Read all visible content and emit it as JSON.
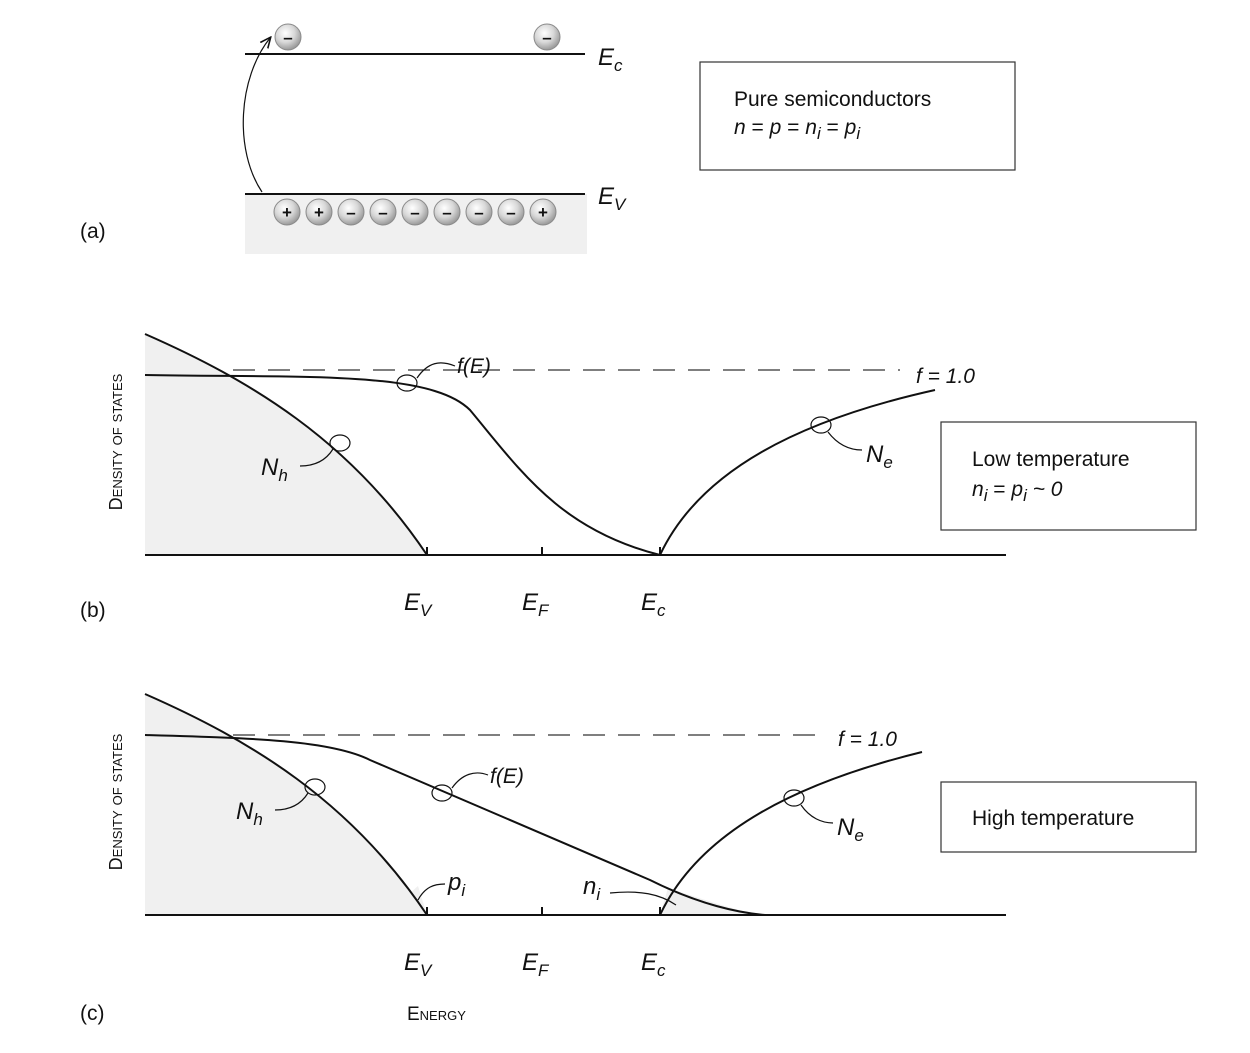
{
  "panel_a": {
    "tag": "(a)",
    "ec": {
      "sym": "E",
      "sub": "c"
    },
    "ev": {
      "sym": "E",
      "sub": "V"
    },
    "box_title": "Pure semiconductors",
    "box_eq": {
      "n": "n",
      "eq": " = ",
      "p": "p",
      "ni": "n",
      "ni_sub": "i",
      "pi": "p",
      "pi_sub": "i"
    },
    "carriers_top": [
      "–",
      "–"
    ],
    "carriers_bottom": [
      "+",
      "+",
      "–",
      "–",
      "–",
      "–",
      "–",
      "–",
      "+"
    ]
  },
  "panel_b": {
    "tag": "(b)",
    "ylabel": "Density of states",
    "f_label": "f(E)",
    "f_level": "f = 1.0",
    "nh": {
      "sym": "N",
      "sub": "h"
    },
    "ne": {
      "sym": "N",
      "sub": "e"
    },
    "ticks": [
      {
        "sym": "E",
        "sub": "V"
      },
      {
        "sym": "E",
        "sub": "F"
      },
      {
        "sym": "E",
        "sub": "c"
      }
    ],
    "box_title": "Low temperature",
    "box_eq": {
      "ni": "n",
      "ni_sub": "i",
      "eq": " = ",
      "pi": "p",
      "pi_sub": "i",
      "tail": " ~ 0"
    }
  },
  "panel_c": {
    "tag": "(c)",
    "ylabel": "Density of states",
    "xlabel": "Energy",
    "f_label": "f(E)",
    "f_level": "f = 1.0",
    "nh": {
      "sym": "N",
      "sub": "h"
    },
    "ne": {
      "sym": "N",
      "sub": "e"
    },
    "pi": {
      "sym": "p",
      "sub": "i"
    },
    "ni": {
      "sym": "n",
      "sub": "i"
    },
    "ticks": [
      {
        "sym": "E",
        "sub": "V"
      },
      {
        "sym": "E",
        "sub": "F"
      },
      {
        "sym": "E",
        "sub": "c"
      }
    ],
    "box_title": "High temperature"
  }
}
